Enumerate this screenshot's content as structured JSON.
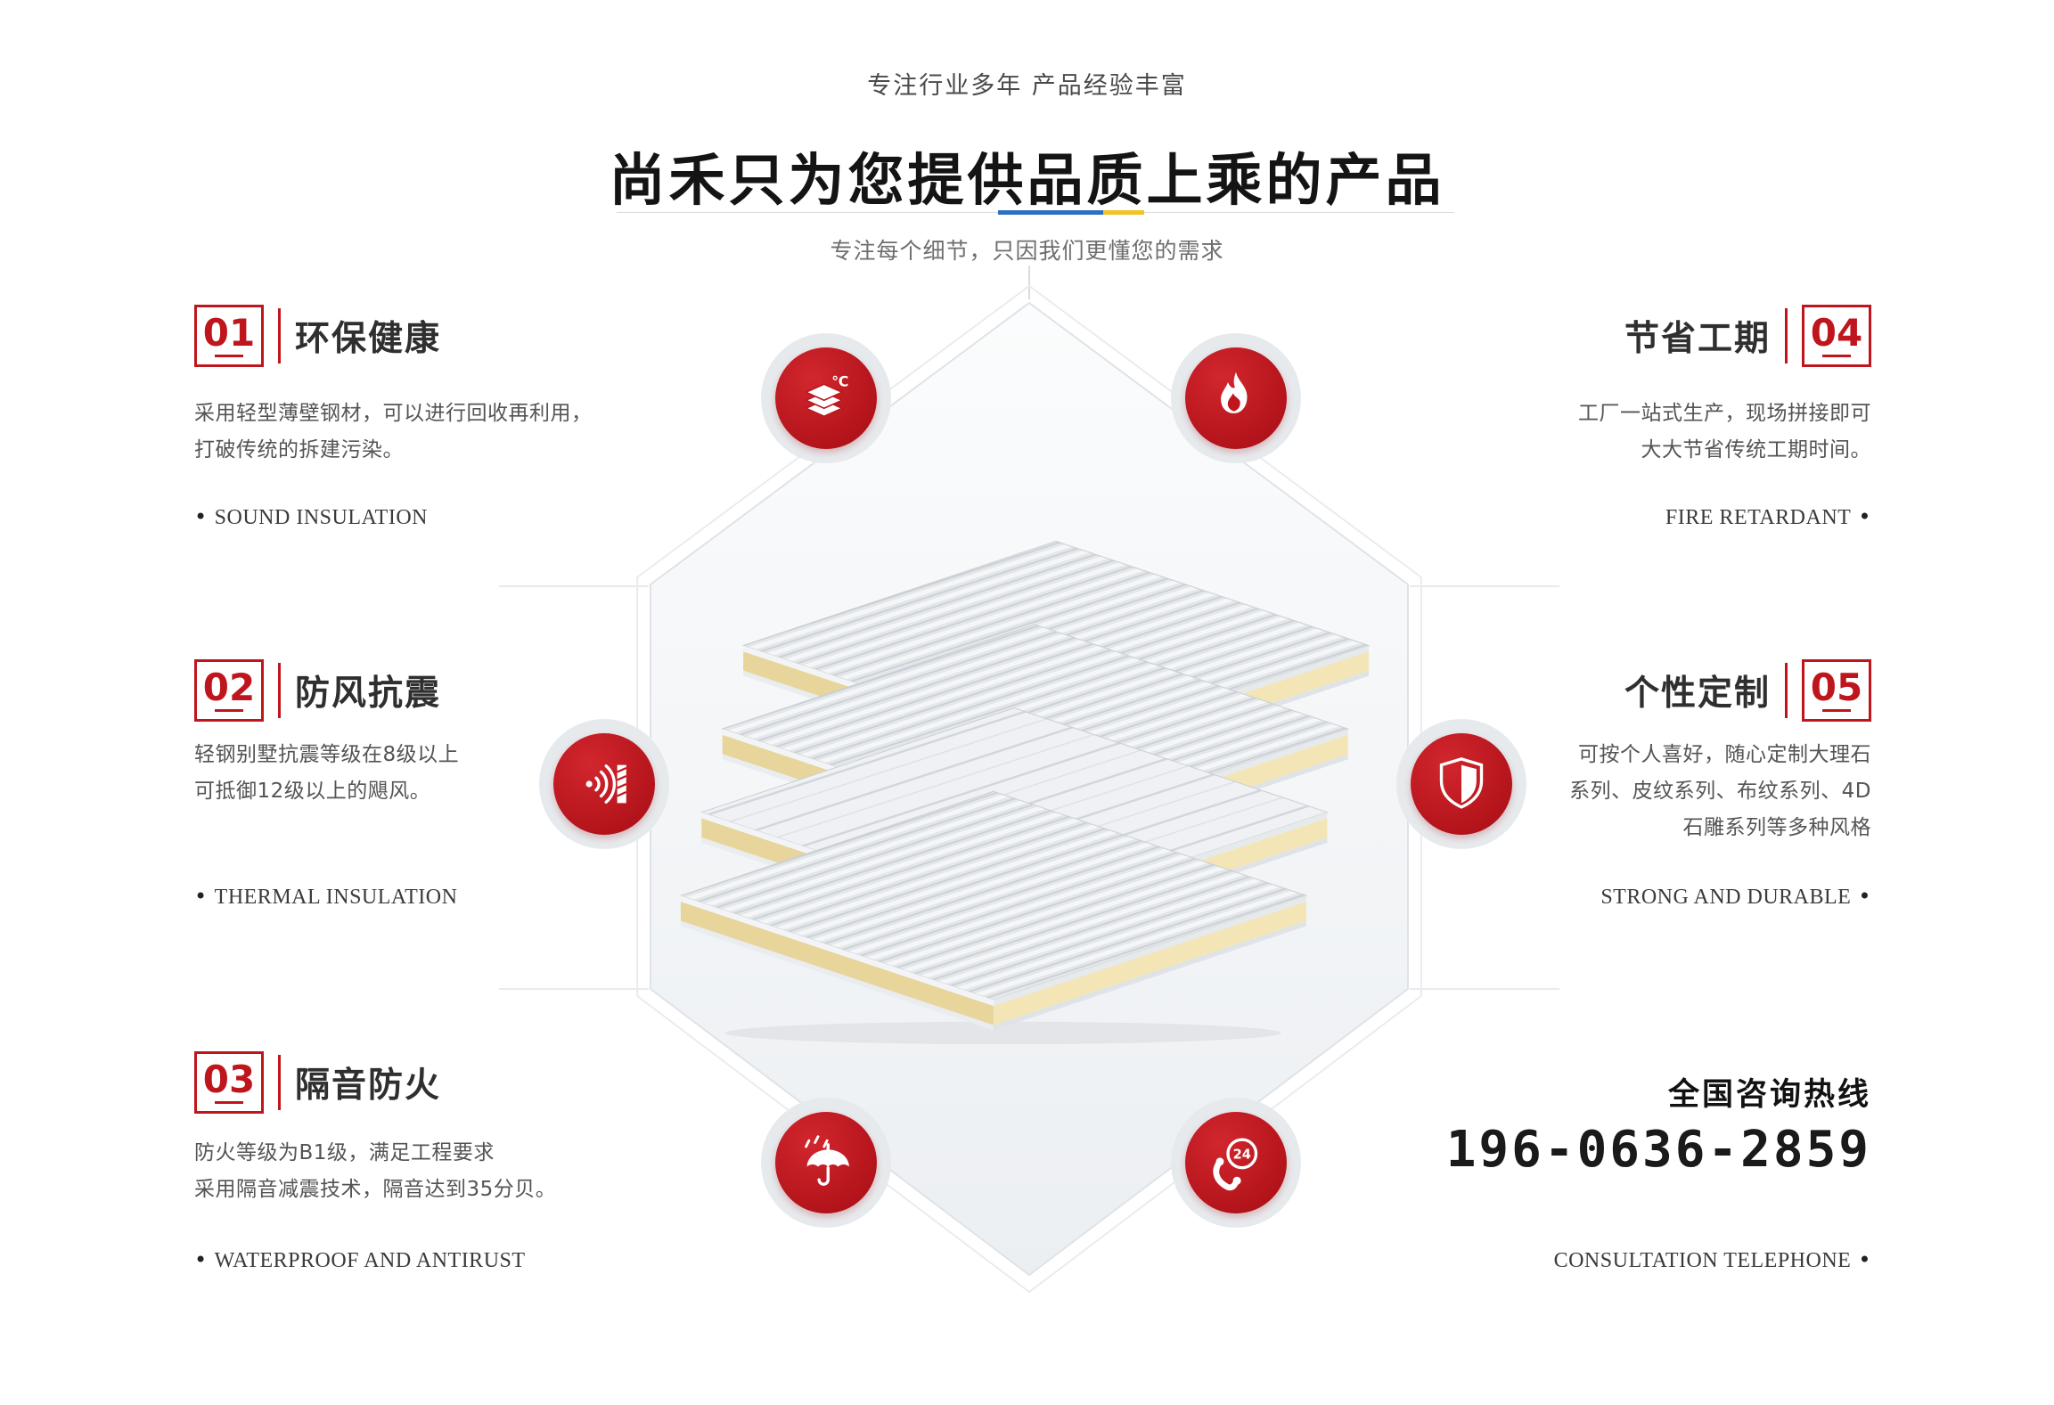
{
  "header": {
    "tagline": "专注行业多年 产品经验丰富",
    "title": "尚禾只为您提供品质上乘的产品",
    "subtitle": "专注每个细节，只因我们更懂您的需求"
  },
  "features": {
    "left": [
      {
        "num": "01",
        "title": "环保健康",
        "lines": [
          "采用轻型薄壁钢材，可以进行回收再利用，",
          "打破传统的拆建污染。"
        ],
        "tag": "SOUND INSULATION"
      },
      {
        "num": "02",
        "title": "防风抗震",
        "lines": [
          "轻钢别墅抗震等级在8级以上",
          "可抵御12级以上的飓风。"
        ],
        "tag": "THERMAL INSULATION"
      },
      {
        "num": "03",
        "title": "隔音防火",
        "lines": [
          "防火等级为B1级，满足工程要求",
          "采用隔音减震技术，隔音达到35分贝。"
        ],
        "tag": "WATERPROOF AND ANTIRUST"
      }
    ],
    "right": [
      {
        "num": "04",
        "title": "节省工期",
        "lines": [
          "工厂一站式生产，现场拼接即可",
          "大大节省传统工期时间。"
        ],
        "tag": "FIRE RETARDANT"
      },
      {
        "num": "05",
        "title": "个性定制",
        "lines": [
          "可按个人喜好，随心定制大理石",
          "系列、皮纹系列、布纹系列、4D",
          "石雕系列等多种风格"
        ],
        "tag": "STRONG AND DURABLE"
      }
    ]
  },
  "contact": {
    "label": "全国咨询热线",
    "phone": "196-0636-2859",
    "tag": "CONSULTATION TELEPHONE"
  },
  "icons": {
    "top_left": "stacked-panels-temperature",
    "top_right": "flame",
    "middle_left": "sound-waves-wall",
    "middle_right": "shield",
    "bottom_left": "umbrella-rain",
    "bottom_right": "phone-24-hours",
    "thermal_label": "℃",
    "phone_label": "24"
  },
  "ui": {
    "bullet": "•"
  },
  "colors": {
    "accent_red": "#bf161d",
    "underline_blue": "#2e6fc0",
    "underline_yellow": "#f3c224",
    "hexagon_fill": "#eff2f5",
    "foam_yellow": "#ecd9a0"
  }
}
